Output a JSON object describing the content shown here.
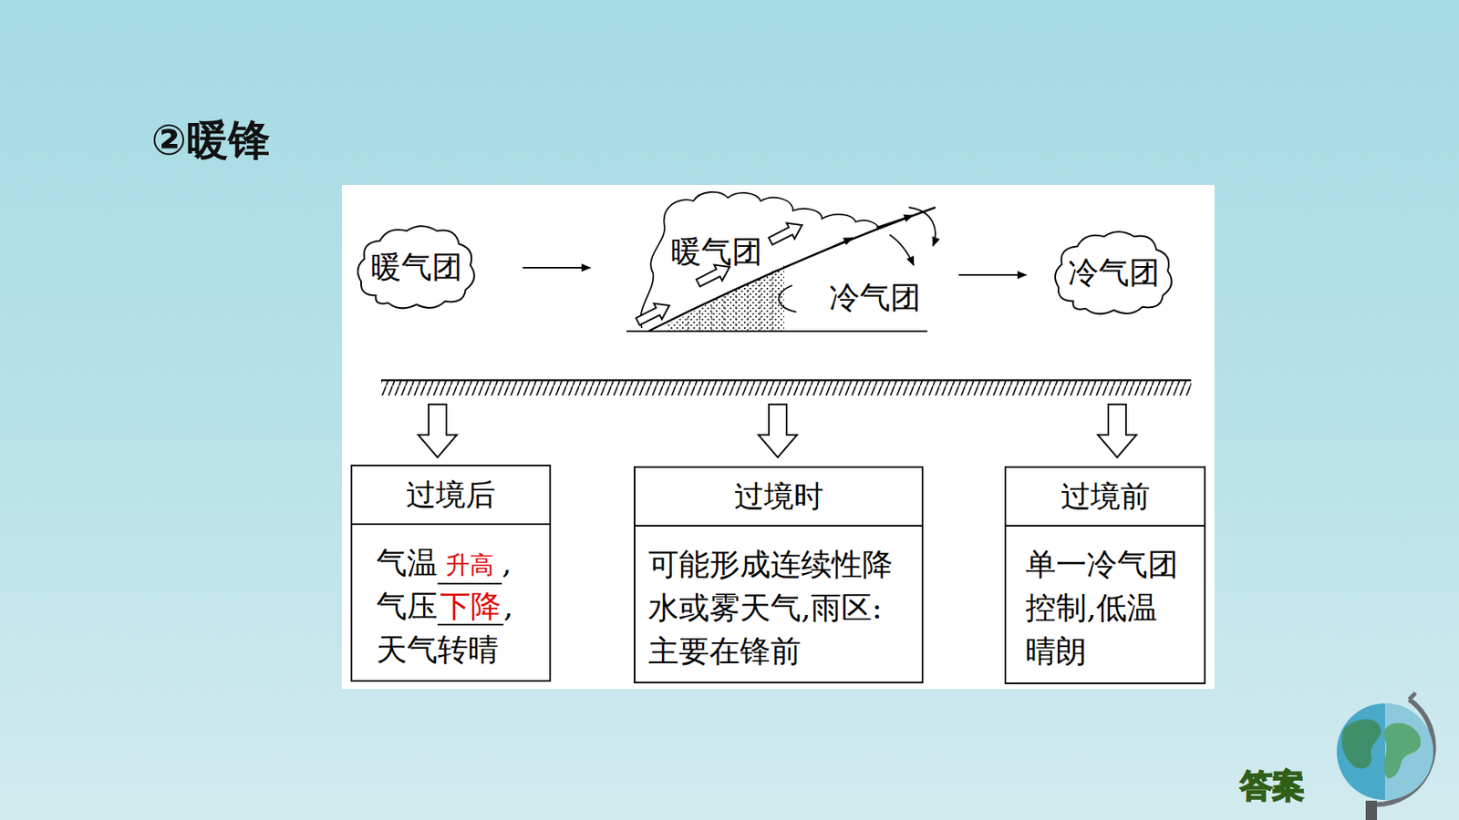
{
  "diagram": {
    "title": "②暖锋",
    "nodes": [
      {
        "text": [
          "暖气团"
        ]
      },
      {
        "text": [
          "冷气团"
        ]
      },
      {
        "text": [
          "过境后",
          "气温",
          "升高",
          ",",
          "气压",
          "下降",
          ",",
          "天气转晴"
        ]
      },
      {
        "text": [
          "过境时",
          "可能形成连续性降 水或雾天气,雨区: 主要在锋前"
        ]
      },
      {
        "text": [
          "过境前",
          "单一冷气团 控制,低温 晴朗"
        ]
      },
      {
        "text": [
          "答案"
        ]
      }
    ],
    "labels": [
      "暖气团",
      "冷气团"
    ]
  }
}
